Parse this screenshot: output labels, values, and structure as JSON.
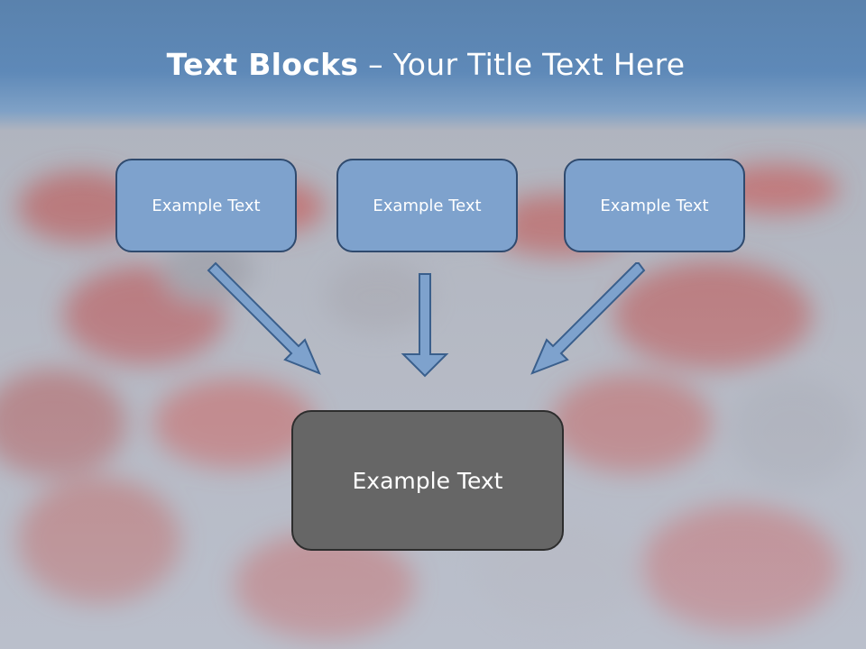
{
  "title": {
    "bold": "Text Blocks",
    "dash": " – ",
    "rest": "Your Title Text Here"
  },
  "blocks": {
    "top": [
      "Example Text",
      "Example Text",
      "Example Text"
    ],
    "bottom": "Example Text"
  },
  "colors": {
    "header": "#5e89b8",
    "box_fill": "#7ea2cd",
    "box_border": "#2f4a6e",
    "arrow_fill": "#7ea2cd",
    "bottom_fill": "#666666"
  }
}
